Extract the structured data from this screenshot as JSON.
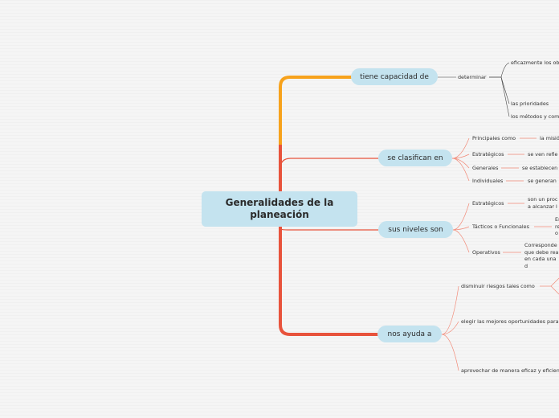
{
  "map": {
    "root": "Generalidades de la planeación",
    "branches": [
      {
        "label": "tiene capacidad de",
        "child": "determinar",
        "leaves": [
          "eficazmente los ob",
          "las prioridades",
          "los métodos y com"
        ]
      },
      {
        "label": "se clasifican en",
        "items": [
          {
            "label": "Principales como",
            "value": "la misió"
          },
          {
            "label": "Estratégicos",
            "value": "se ven refle"
          },
          {
            "label": "Generales",
            "value": "se establecen"
          },
          {
            "label": "Individuales",
            "value": "se generan"
          }
        ]
      },
      {
        "label": "sus niveles son",
        "items": [
          {
            "label": "Estratégicos",
            "value_lines": [
              "son un proc",
              "a alcanzar l"
            ]
          },
          {
            "label": "Tácticos o Funcionales",
            "value_lines": [
              "Es",
              "re",
              "o"
            ]
          },
          {
            "label": "Operativos",
            "value_lines": [
              "Corresponde",
              "que debe rea",
              "en cada una d"
            ]
          }
        ]
      },
      {
        "label": "nos ayuda a",
        "leaves": [
          "disminuir riesgos tales como",
          "elegir las mejores oportunidades para",
          "aprovechar de manera eficaz y eficien"
        ]
      }
    ]
  },
  "colors": {
    "background": "#f5f5f5",
    "node_fill": "#c4e3ef",
    "branch_orange": "#f7a21c",
    "branch_red": "#e8533c",
    "leaf_line": "#f28a78",
    "dark_line": "#444444"
  }
}
